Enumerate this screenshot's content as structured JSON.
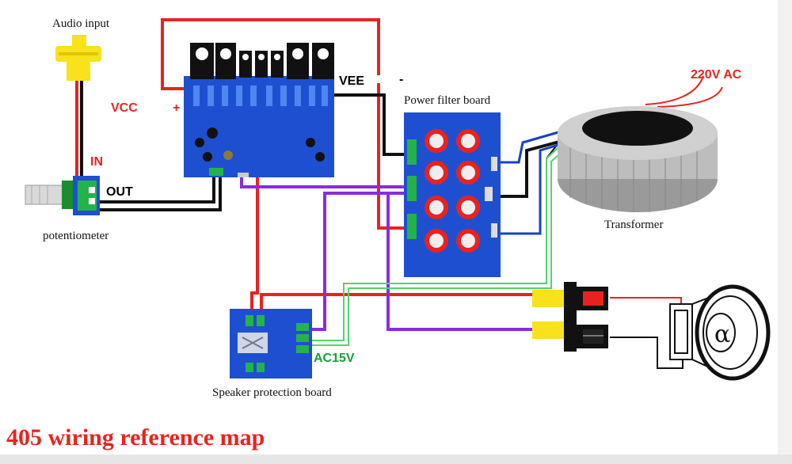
{
  "labels": {
    "audio_input": "Audio input",
    "vcc": "VCC",
    "plus": "+",
    "vee": "VEE",
    "minus": "-",
    "in": "IN",
    "out": "OUT",
    "potentiometer": "potentiometer",
    "power_filter_board": "Power filter board",
    "ac_220v": "220V AC",
    "transformer": "Transformer",
    "ac_15v": "AC15V",
    "speaker_protection_board": "Speaker protection board"
  },
  "caption": "405 wiring reference map",
  "colors": {
    "red_wire": "#e8231f",
    "black_wire": "#111111",
    "blue_wire": "#1a3fc0",
    "purple_wire": "#8a2be2",
    "green_wire": "#55d36b",
    "board_blue": "#1f4fd1",
    "caption_red": "#e8231f"
  }
}
